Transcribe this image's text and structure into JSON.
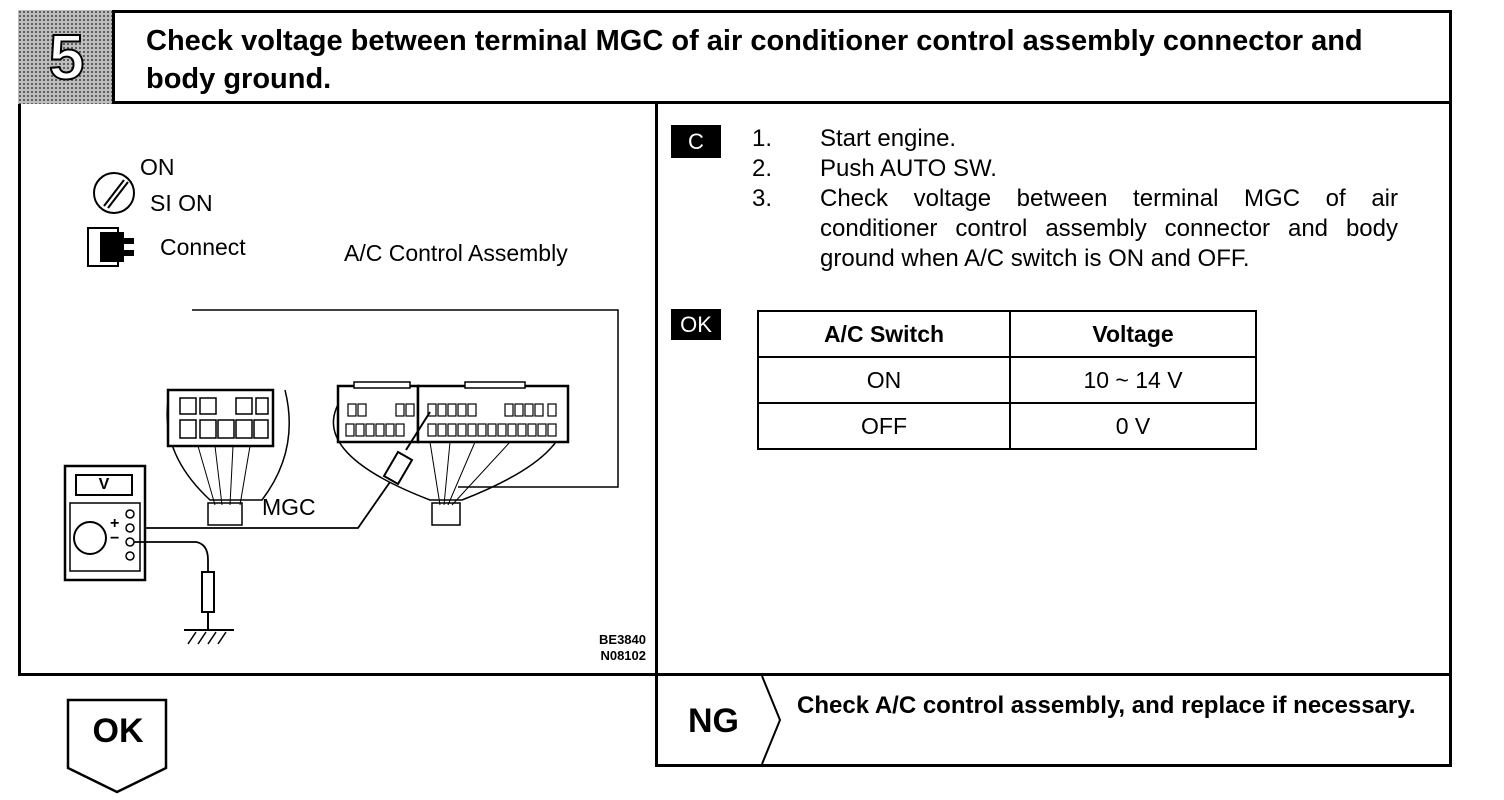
{
  "step": {
    "number": "5",
    "title": "Check voltage between terminal MGC of air conditioner control assembly connector and body ground."
  },
  "diagram": {
    "ignition_on_label": "ON",
    "si_on_label": "SI ON",
    "connect_label": "Connect",
    "assembly_label": "A/C Control Assembly",
    "terminal_label": "MGC",
    "meter_label": "V",
    "plus_label": "+",
    "minus_label": "−",
    "ref_codes": [
      "BE3840",
      "N08102"
    ],
    "icons": [
      "ignition-key-icon",
      "connector-plug-icon",
      "voltmeter-icon",
      "ground-icon"
    ]
  },
  "procedure": {
    "mode_badge": "C",
    "steps": [
      {
        "num": "1.",
        "text": "Start engine."
      },
      {
        "num": "2.",
        "text": "Push AUTO SW."
      },
      {
        "num": "3.",
        "text": "Check voltage between terminal MGC of air conditioner control assembly connector and body ground when A/C switch is ON and OFF."
      }
    ]
  },
  "spec": {
    "ok_badge": "OK",
    "headers": [
      "A/C Switch",
      "Voltage"
    ],
    "rows": [
      [
        "ON",
        "10 ~ 14 V"
      ],
      [
        "OFF",
        "0 V"
      ]
    ]
  },
  "result": {
    "ok_label": "OK",
    "ng_label": "NG",
    "ng_text": "Check A/C control assembly, and replace if necessary."
  },
  "colors": {
    "ink": "#000000",
    "paper": "#ffffff",
    "badge_gray": "#bdbdbd"
  }
}
